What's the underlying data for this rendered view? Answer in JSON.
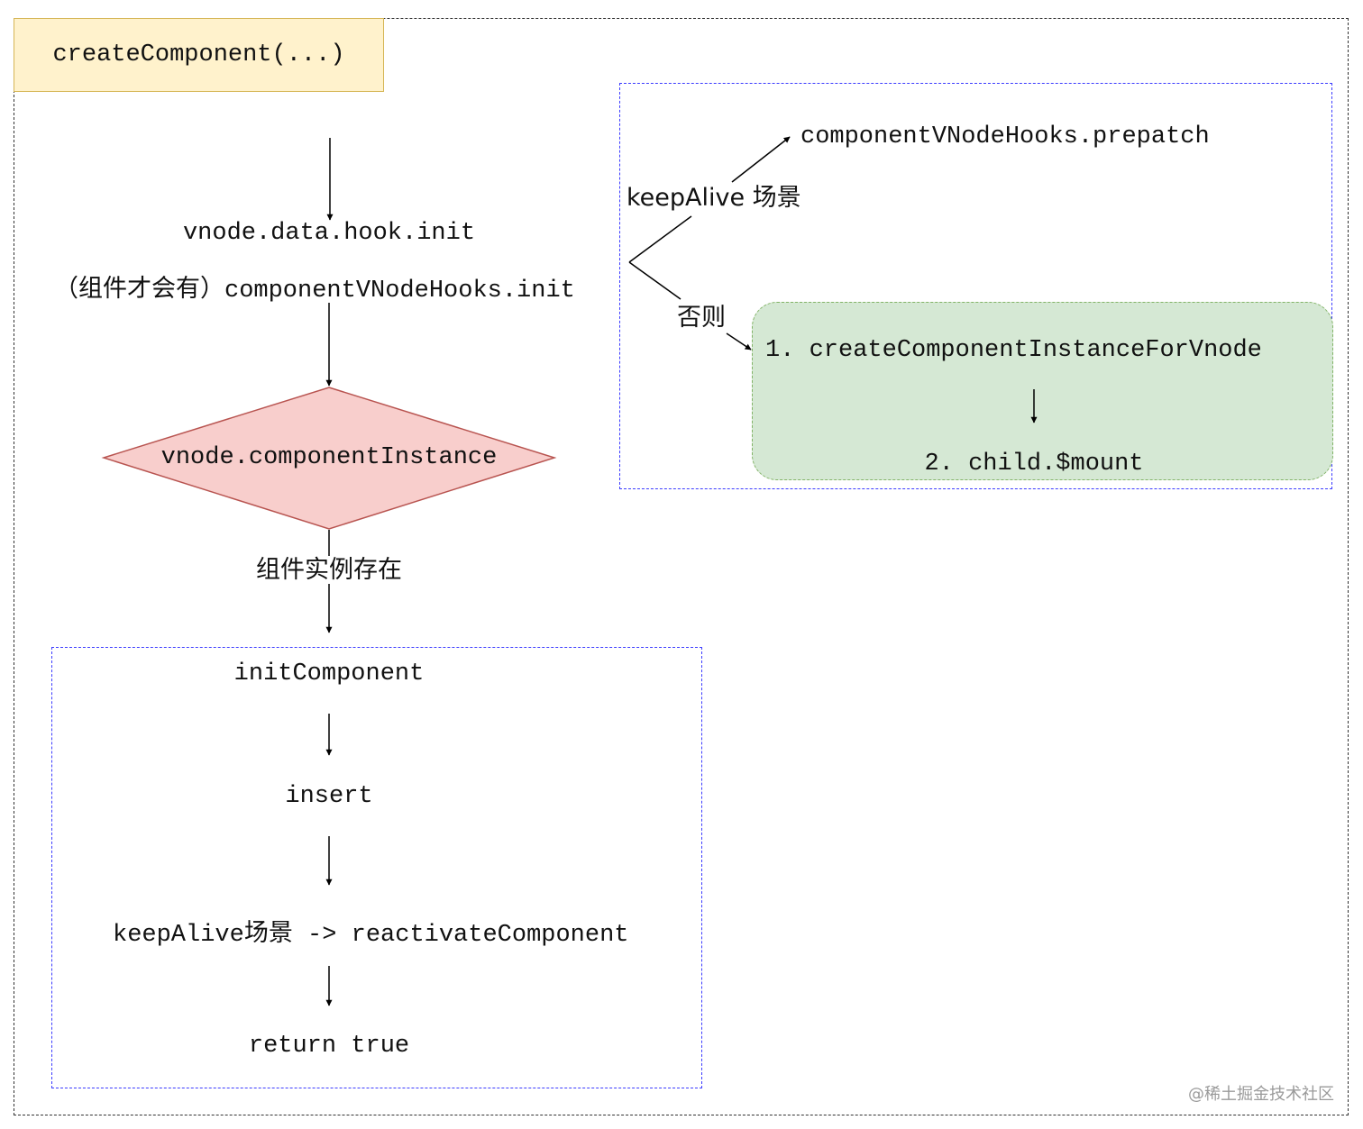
{
  "header": {
    "title": "createComponent(...)"
  },
  "flow": {
    "hook_init": "vnode.data.hook.init",
    "component_hooks_init": "（组件才会有）componentVNodeHooks.init",
    "decision": "vnode.componentInstance",
    "exists_label": "组件实例存在"
  },
  "right_branch": {
    "prepatch": "componentVNodeHooks.prepatch",
    "keepalive_label": "keepAlive 场景",
    "otherwise_label": "否则",
    "step1": "1. createComponentInstanceForVnode",
    "step2": "2. child.$mount"
  },
  "bottom_steps": {
    "init_component": "initComponent",
    "insert": "insert",
    "reactivate": "keepAlive场景 -> reactivateComponent",
    "return_true": "return true"
  },
  "watermark": "@稀土掘金技术社区",
  "colors": {
    "title_fill": "#fff2cc",
    "title_stroke": "#d6b656",
    "decision_fill": "#f8cecc",
    "decision_stroke": "#b85450",
    "green_fill": "#d5e8d4",
    "green_stroke": "#82b366",
    "group_border": "#3c3cff"
  }
}
